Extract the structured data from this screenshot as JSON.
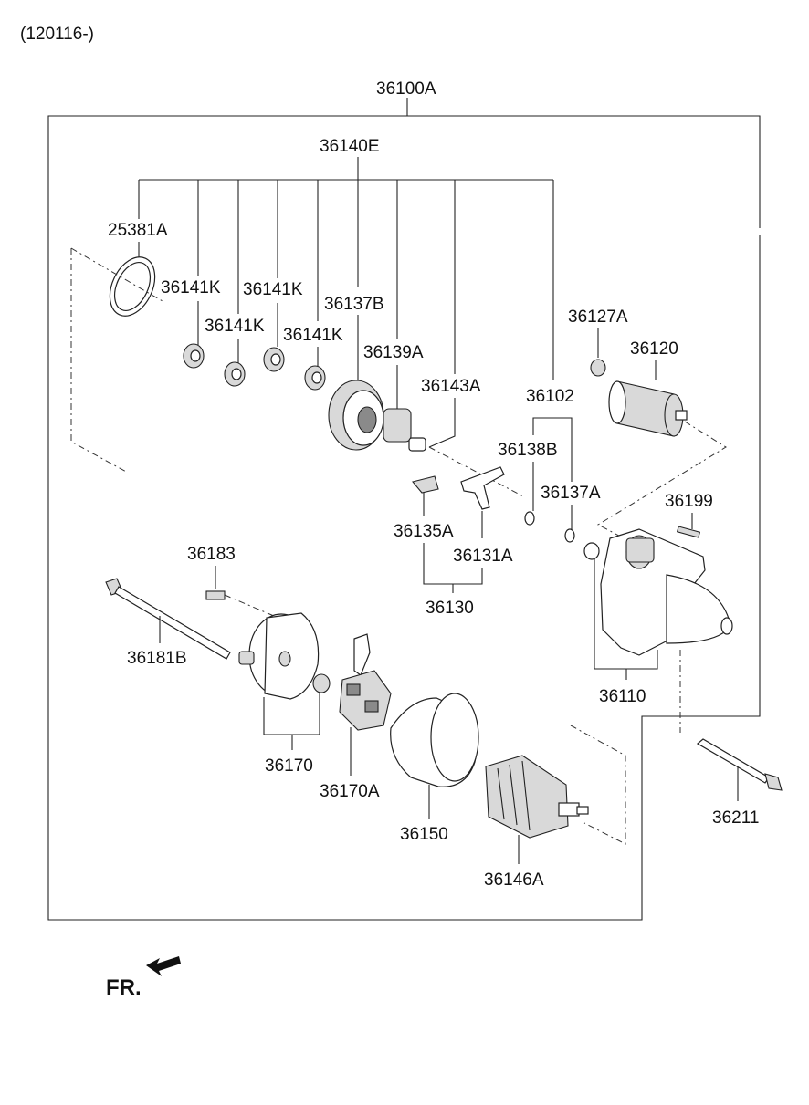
{
  "header": {
    "code": "(120116-)"
  },
  "labels": {
    "p36100A": "36100A",
    "p36140E": "36140E",
    "p25381A": "25381A",
    "p36141K_1": "36141K",
    "p36141K_2": "36141K",
    "p36141K_3": "36141K",
    "p36141K_4": "36141K",
    "p36137B": "36137B",
    "p36139A": "36139A",
    "p36143A": "36143A",
    "p36127A": "36127A",
    "p36120": "36120",
    "p36102": "36102",
    "p36138B": "36138B",
    "p36137A": "36137A",
    "p36199": "36199",
    "p36135A": "36135A",
    "p36131A": "36131A",
    "p36130": "36130",
    "p36183": "36183",
    "p36181B": "36181B",
    "p36170": "36170",
    "p36170A": "36170A",
    "p36150": "36150",
    "p36146A": "36146A",
    "p36110": "36110",
    "p36211": "36211"
  },
  "footer": {
    "direction": "FR."
  },
  "icons": {
    "direction_arrow": "arrow-left-down-icon"
  }
}
